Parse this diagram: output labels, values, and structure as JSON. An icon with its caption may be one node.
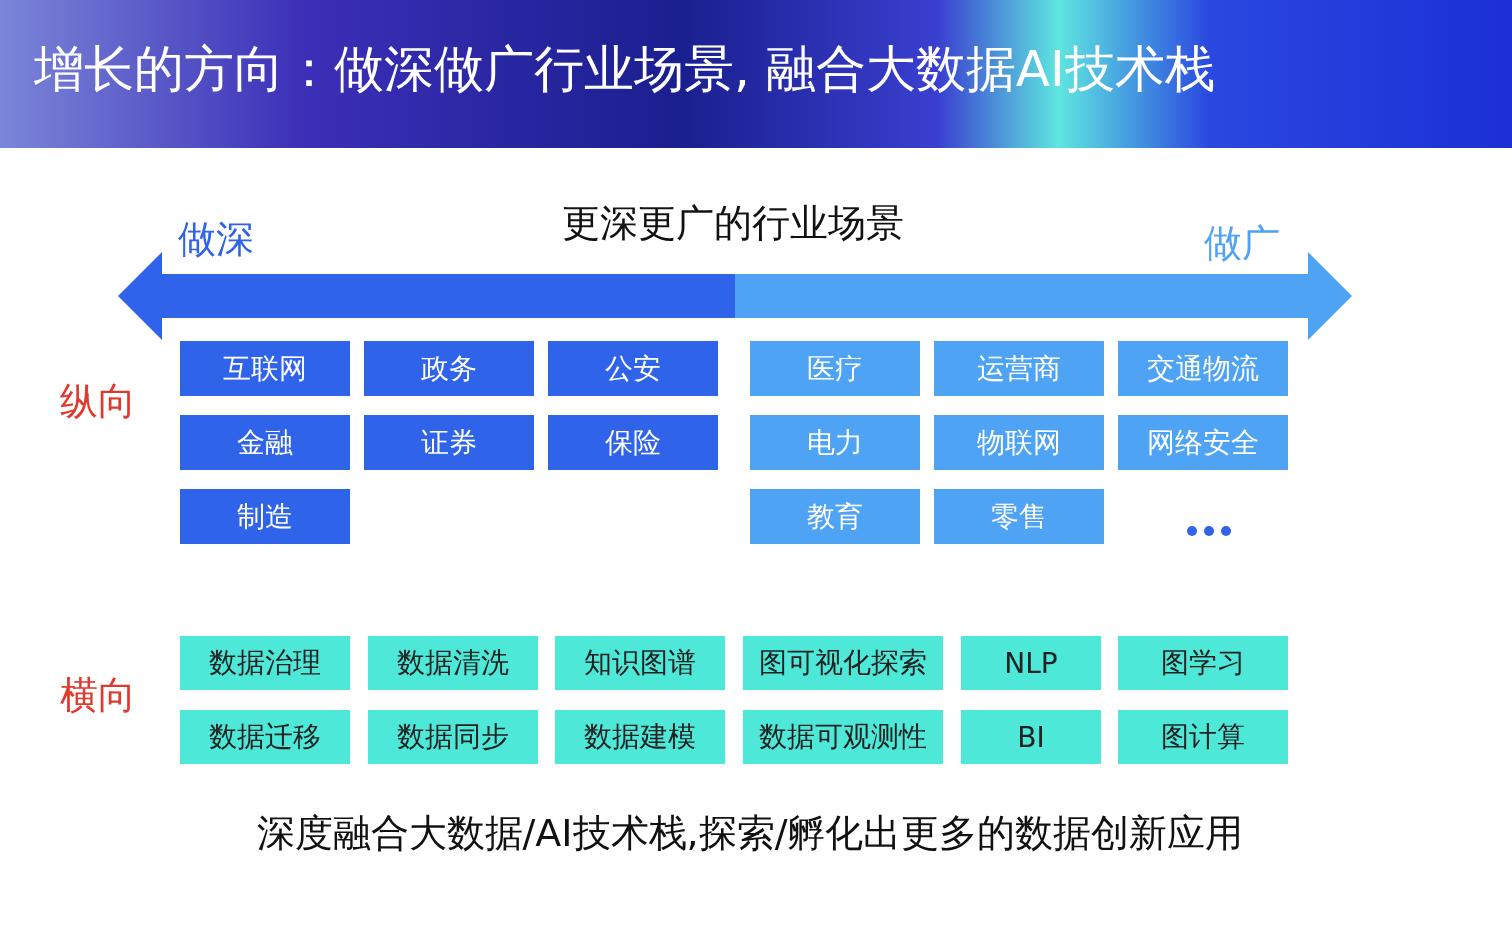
{
  "diagram": {
    "title": "增长的方向：做深做广行业场景, 融合大数据AI技术栈",
    "caption": "深度融合大数据/AI技术栈,探索/孵化出更多的数据创新应用",
    "nodes": [
      {
        "text": [
          "互联网"
        ]
      },
      {
        "text": [
          "政务"
        ]
      },
      {
        "text": [
          "公安"
        ]
      },
      {
        "text": [
          "医疗"
        ]
      },
      {
        "text": [
          "运营商"
        ]
      },
      {
        "text": [
          "交通物流"
        ]
      },
      {
        "text": [
          "金融"
        ]
      },
      {
        "text": [
          "证券"
        ]
      },
      {
        "text": [
          "保险"
        ]
      },
      {
        "text": [
          "电力"
        ]
      },
      {
        "text": [
          "物联网"
        ]
      },
      {
        "text": [
          "网络安全"
        ]
      },
      {
        "text": [
          "制造"
        ]
      },
      {
        "text": [
          "教育"
        ]
      },
      {
        "text": [
          "零售"
        ]
      },
      {
        "text": [
          "数据治理"
        ]
      },
      {
        "text": [
          "数据清洗"
        ]
      },
      {
        "text": [
          "知识图谱"
        ]
      },
      {
        "text": [
          "图可视化探索"
        ]
      },
      {
        "text": [
          "NLP"
        ]
      },
      {
        "text": [
          "图学习"
        ]
      },
      {
        "text": [
          "数据迁移"
        ]
      },
      {
        "text": [
          "数据同步"
        ]
      },
      {
        "text": [
          "数据建模"
        ]
      },
      {
        "text": [
          "数据可观测性"
        ]
      },
      {
        "text": [
          "BI"
        ]
      },
      {
        "text": [
          "图计算"
        ]
      }
    ],
    "labels": [
      "做深",
      "更深更广的行业场景",
      "做广",
      "纵向",
      "横向"
    ]
  }
}
